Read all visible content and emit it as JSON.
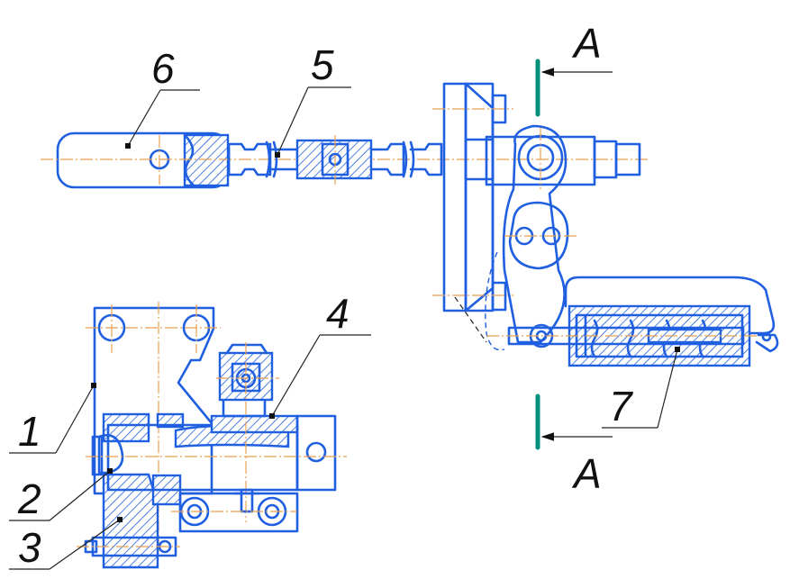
{
  "labels": {
    "part_1": "1",
    "part_2": "2",
    "part_3": "3",
    "part_4": "4",
    "part_5": "5",
    "part_6": "6",
    "part_7": "7"
  },
  "section": {
    "top_letter": "A",
    "bottom_letter": "A"
  },
  "colors": {
    "outline": "#1f5fe0",
    "axis": "#e8a050",
    "section_mark": "#00907c",
    "leader": "#222222"
  }
}
